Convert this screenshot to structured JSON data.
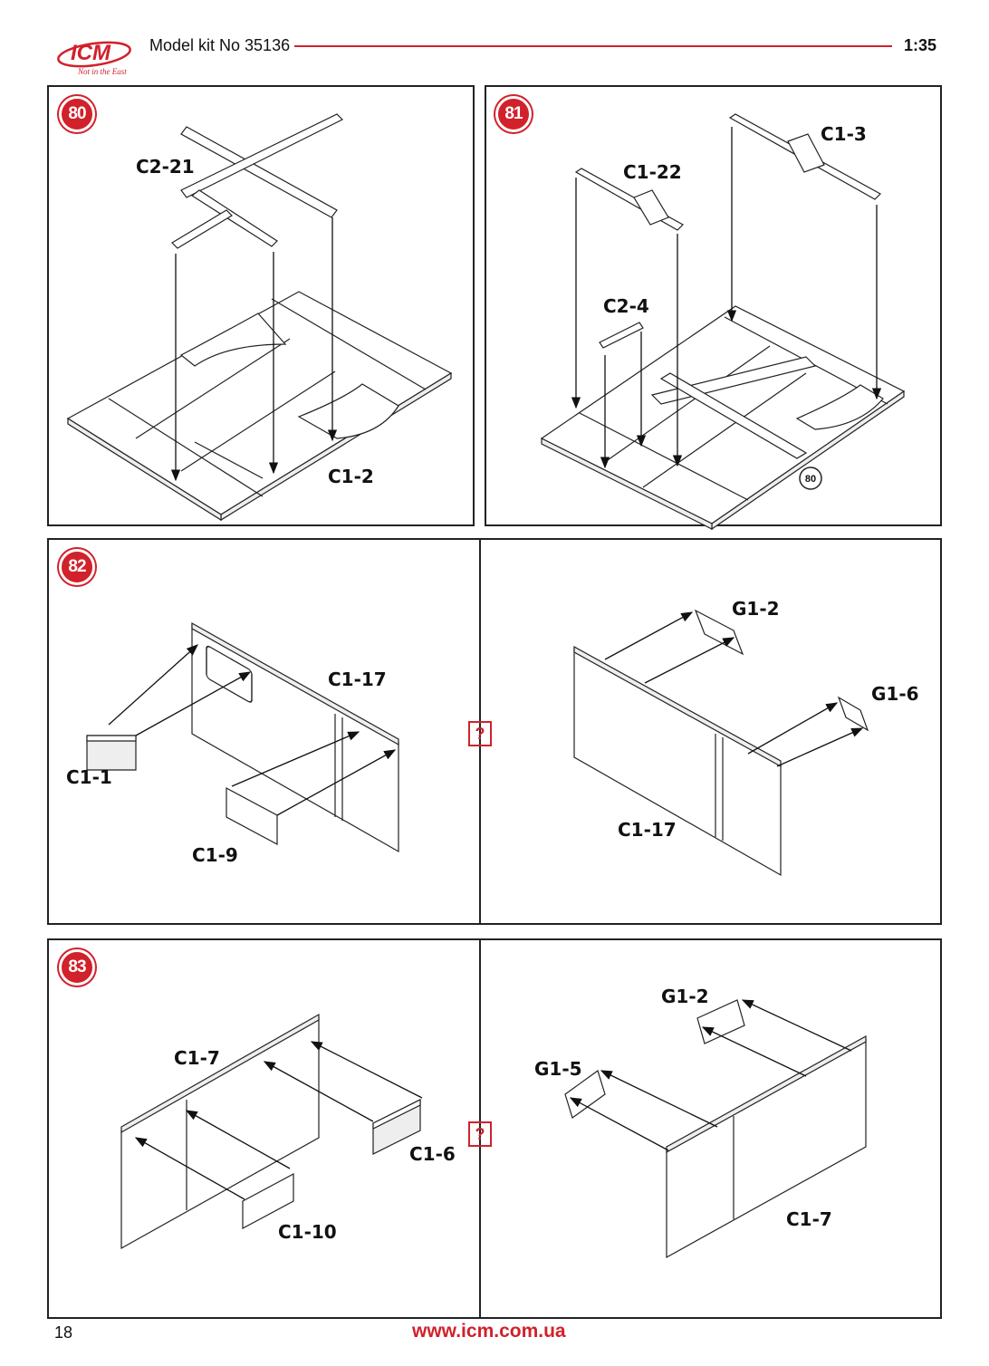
{
  "header": {
    "logo_text": "ICM",
    "logo_tagline": "Not in the East",
    "title": "Model kit No 35136",
    "scale": "1:35"
  },
  "colors": {
    "accent": "#d1212b",
    "ink": "#222222"
  },
  "steps": [
    {
      "number": "80",
      "labels": [
        "C2-21",
        "C1-2"
      ]
    },
    {
      "number": "81",
      "labels": [
        "C1-3",
        "C1-22",
        "C2-4"
      ],
      "ref_step": "80"
    },
    {
      "number": "82",
      "labels": [
        "C1-17",
        "C1-1",
        "C1-9"
      ],
      "right_labels": [
        "G1-2",
        "G1-6",
        "C1-17"
      ],
      "marker": "?"
    },
    {
      "number": "83",
      "labels": [
        "C1-7",
        "C1-6",
        "C1-10"
      ],
      "right_labels": [
        "G1-2",
        "G1-5",
        "C1-7"
      ],
      "marker": "?"
    }
  ],
  "footer": {
    "page_number": "18",
    "url": "www.icm.com.ua"
  }
}
